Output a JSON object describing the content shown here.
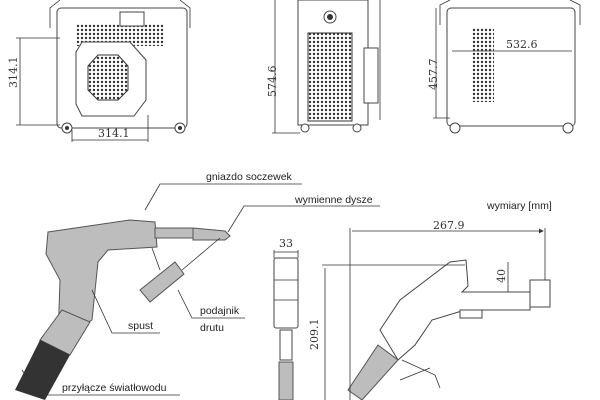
{
  "title": "Laser welding machine dimensional drawing",
  "units_label": "wymiary [mm]",
  "dimensions": {
    "side_height": "314.1",
    "side_width": "314.1",
    "front_height": "574.6",
    "rear_height": "457.7",
    "rear_width": "532.6",
    "gun_length": "267.9",
    "gun_head_height": "40",
    "gun_width": "33",
    "gun_height": "209.1"
  },
  "callouts": {
    "lens_socket": "gniazdo soczewek",
    "nozzles": "wymienne dysze",
    "wire_feeder_line1": "podajnik",
    "wire_feeder_line2": "drutu",
    "trigger": "spust",
    "fiber_connector": "przyłącze światłowodu"
  }
}
